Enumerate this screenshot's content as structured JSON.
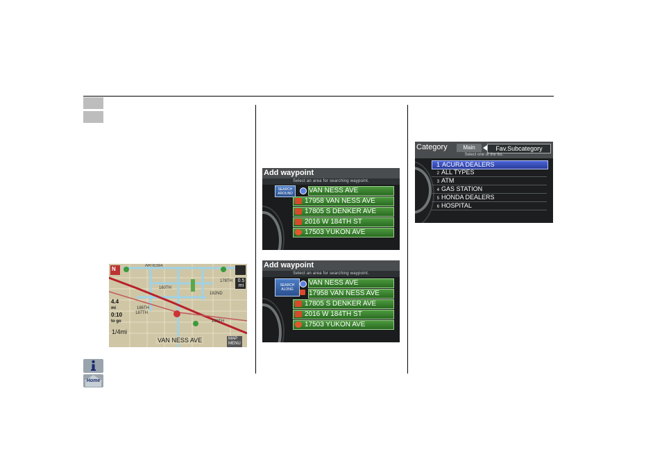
{
  "map": {
    "street_label": "VAN NESS AVE",
    "street_labels": [
      "ARTESIA",
      "160TH",
      "182ND",
      "178TH",
      "186TH",
      "187TH",
      "190TH"
    ],
    "compass": "N",
    "scale_top": "0.5",
    "scale_unit": "mi",
    "dist_value": "4.4",
    "dist_unit": "mi",
    "time_value": "0:10",
    "time_label": "to go",
    "scale_bottom": "1/4mi",
    "map_menu": "MAP\nMENU"
  },
  "waypoint_around": {
    "title": "Add waypoint",
    "subtitle": "Select an area for searching waypoint.",
    "search_button": "SEARCH\nAROUND",
    "rows": [
      "VAN NESS AVE",
      "17958 VAN NESS AVE",
      "17805 S DENKER AVE",
      "2016 W 184TH ST",
      "17503 YUKON AVE"
    ]
  },
  "waypoint_along": {
    "title": "Add waypoint",
    "subtitle": "Select an area for searching waypoint.",
    "search_button": "SEARCH\nALONG",
    "rows": [
      "VAN NESS AVE",
      "17958 VAN NESS AVE",
      "17805 S DENKER AVE",
      "2016 W 184TH ST",
      "17503 YUKON AVE"
    ]
  },
  "category": {
    "title": "Category",
    "tab_main": "Main",
    "tab_fav": "Fav.Subcategory",
    "subtitle": "Select one of the list.",
    "items": [
      {
        "num": "1",
        "label": "ACURA DEALERS"
      },
      {
        "num": "2",
        "label": "ALL TYPES"
      },
      {
        "num": "3",
        "label": "ATM"
      },
      {
        "num": "4",
        "label": "GAS STATION"
      },
      {
        "num": "5",
        "label": "HONDA DEALERS"
      },
      {
        "num": "6",
        "label": "HOSPITAL"
      }
    ]
  },
  "colors": {
    "row_green": "#3f8a34",
    "selected_blue": "#3b52c4",
    "screen_bg": "#1a1c1d",
    "tab_gray": "#bdbdbd"
  },
  "icons": [
    "info-icon",
    "home-icon"
  ],
  "home_label": "Home"
}
